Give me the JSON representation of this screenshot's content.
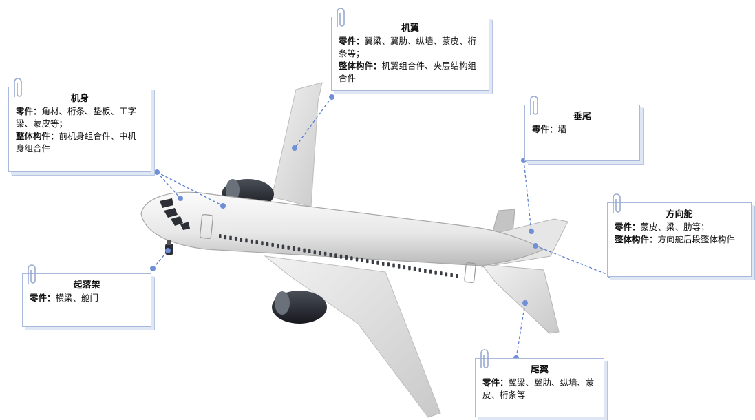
{
  "annotations": {
    "fuselage": {
      "title": "机身",
      "parts_label": "零件：",
      "parts": "角材、桁条、垫板、工字梁、蒙皮等；",
      "assembly_label": "整体构件：",
      "assembly": "前机身组合件、中机身组合件"
    },
    "wing": {
      "title": "机翼",
      "parts_label": "零件：",
      "parts": "翼梁、翼肋、纵墙、蒙皮、桁条等；",
      "assembly_label": "整体构件：",
      "assembly": "机翼组合件、夹层结构组合件"
    },
    "vertical_fin": {
      "title": "垂尾",
      "parts_label": "零件：",
      "parts": "墙"
    },
    "rudder": {
      "title": "方向舵",
      "parts_label": "零件：",
      "parts": "蒙皮、梁、肋等；",
      "assembly_label": "整体构件：",
      "assembly": "方向舵后段整体构件"
    },
    "landing_gear": {
      "title": "起落架",
      "parts_label": "零件：",
      "parts": "横梁、舱门"
    },
    "horizontal_tail": {
      "title": "尾翼",
      "parts_label": "零件：",
      "parts": "翼梁、翼肋、纵墙、蒙皮、桁条等"
    }
  },
  "colors": {
    "note_border": "#a9b9dc",
    "leader_line": "#5b7fd0",
    "dot": "#6f8fd6",
    "aircraft_body": "#e9e9e9",
    "engine": "#2a2e36"
  }
}
